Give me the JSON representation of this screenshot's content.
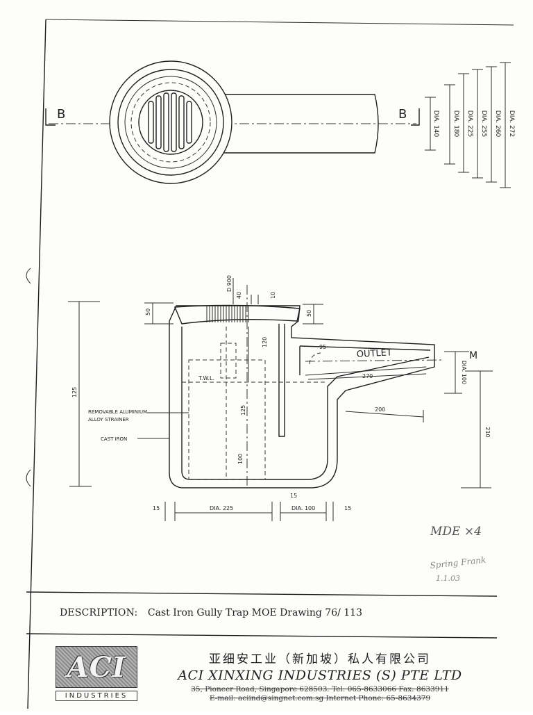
{
  "plan_view": {
    "section_mark_left": "B",
    "section_mark_right": "B",
    "diameters": [
      "DIA. 140",
      "DIA. 180",
      "DIA. 225",
      "DIA. 255",
      "DIA. 260",
      "DIA. 272"
    ]
  },
  "section_view": {
    "outlet_label": "OUTLET",
    "twl_label": "T.W.L.",
    "strainer_label_line1": "REMOVABLE ALUMINIUM",
    "strainer_label_line2": "ALLOY STRAINER",
    "cast_iron_label": "CAST IRON",
    "marker": "M",
    "dims": {
      "d900": "D 900",
      "d40": "40",
      "d10": "10",
      "top_left_50": "50",
      "top_right_50": "50",
      "d120": "120",
      "d125_inner": "125",
      "d100_inner": "100",
      "overall_125": "125",
      "d95": "95",
      "d270": "270",
      "d200": "200",
      "outlet_dia": "DIA. 100",
      "right_210": "210",
      "bottom_15_left": "15",
      "bottom_dia225": "DIA. 225",
      "bottom_15_mid": "15",
      "bottom_dia100": "DIA. 100",
      "bottom_15_right": "15"
    }
  },
  "handwritten": {
    "note1": "MDE ×4",
    "note2": "Spring Frank",
    "note3": "1.1.03"
  },
  "description": {
    "label": "DESCRIPTION:",
    "value": "Cast Iron Gully Trap  MOE Drawing 76/ 113"
  },
  "company": {
    "logo_text": "ACI",
    "logo_sub": "INDUSTRIES",
    "chinese_name": "亚细安工业（新加坡）私人有限公司",
    "english_name": "ACI  XINXING  INDUSTRIES  (S)  PTE  LTD",
    "address_line": "35, Pioneer Road, Singapore 628503.   Tel: 065-8633066   Fax: 8633911",
    "email_line": "E-mail: aciind@singnet.com.sg   Internet Phone: 65-8634379"
  }
}
